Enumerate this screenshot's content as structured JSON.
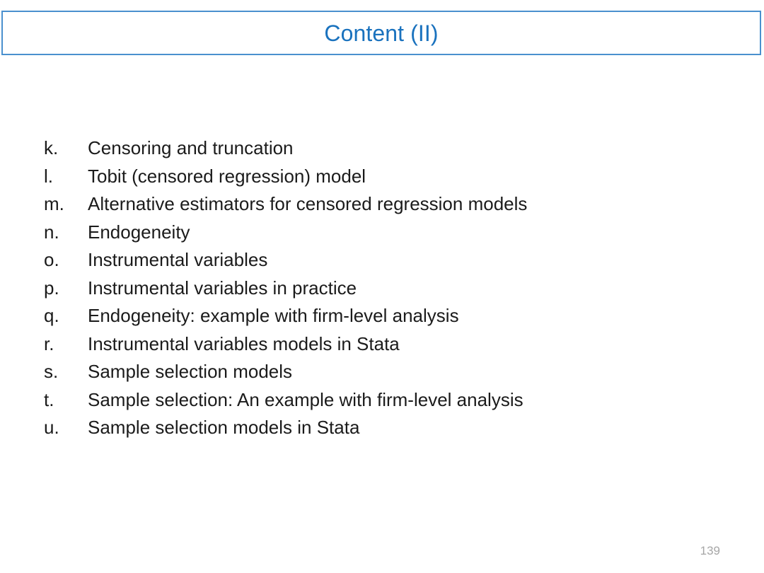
{
  "slide": {
    "title": "Content (II)",
    "page_number": "139",
    "accent_color": "#4a90ce",
    "title_color": "#1a72be",
    "body_color": "#1b1b1b",
    "page_number_color": "#a6a6a6",
    "background_color": "#ffffff"
  },
  "content": {
    "items": [
      {
        "marker": "k.",
        "text": "Censoring and truncation"
      },
      {
        "marker": "l.",
        "text": "Tobit (censored regression) model"
      },
      {
        "marker": "m.",
        "text": "Alternative estimators for censored regression models"
      },
      {
        "marker": "n.",
        "text": "Endogeneity"
      },
      {
        "marker": "o.",
        "text": "Instrumental variables"
      },
      {
        "marker": "p.",
        "text": "Instrumental variables in practice"
      },
      {
        "marker": "q.",
        "text": "Endogeneity: example with firm-level analysis"
      },
      {
        "marker": "r.",
        "text": "Instrumental variables models in Stata"
      },
      {
        "marker": "s.",
        "text": "Sample selection models"
      },
      {
        "marker": "t.",
        "text": "Sample selection: An example with firm-level analysis"
      },
      {
        "marker": "u.",
        "text": "Sample selection models in Stata"
      }
    ]
  }
}
